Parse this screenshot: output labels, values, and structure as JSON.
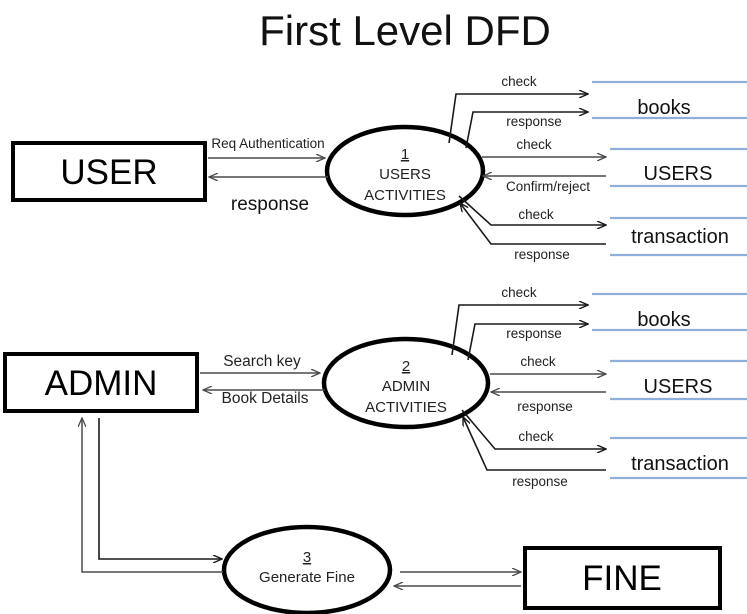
{
  "title": "First Level DFD",
  "diagram": {
    "type": "data-flow-diagram",
    "level": "First Level DFD",
    "external_entities": [
      {
        "id": "user",
        "label": "USER"
      },
      {
        "id": "admin",
        "label": "ADMIN"
      },
      {
        "id": "fine",
        "label": "FINE"
      }
    ],
    "processes": [
      {
        "id": "p1",
        "number": "1",
        "name_line1": "USERS",
        "name_line2": "ACTIVITIES"
      },
      {
        "id": "p2",
        "number": "2",
        "name_line1": "ADMIN",
        "name_line2": "ACTIVITIES"
      },
      {
        "id": "p3",
        "number": "3",
        "name_line1": "Generate Fine",
        "name_line2": ""
      }
    ],
    "data_stores": [
      {
        "id": "ds1",
        "label": "books"
      },
      {
        "id": "ds2",
        "label": "USERS"
      },
      {
        "id": "ds3",
        "label": "transaction"
      },
      {
        "id": "ds4",
        "label": "books"
      },
      {
        "id": "ds5",
        "label": "USERS"
      },
      {
        "id": "ds6",
        "label": "transaction"
      }
    ],
    "flows": [
      {
        "id": "f1",
        "label": "Req Authentication",
        "from": "user",
        "to": "p1"
      },
      {
        "id": "f2",
        "label": "response",
        "from": "p1",
        "to": "user"
      },
      {
        "id": "f3",
        "label": "check",
        "from": "p1",
        "to": "ds1"
      },
      {
        "id": "f4",
        "label": "response",
        "from": "ds1",
        "to": "p1"
      },
      {
        "id": "f5",
        "label": "check",
        "from": "p1",
        "to": "ds2"
      },
      {
        "id": "f6",
        "label": "Confirm/reject",
        "from": "ds2",
        "to": "p1"
      },
      {
        "id": "f7",
        "label": "check",
        "from": "p1",
        "to": "ds3"
      },
      {
        "id": "f8",
        "label": "response",
        "from": "ds3",
        "to": "p1"
      },
      {
        "id": "f9",
        "label": "Search key",
        "from": "admin",
        "to": "p2"
      },
      {
        "id": "f10",
        "label": "Book Details",
        "from": "p2",
        "to": "admin"
      },
      {
        "id": "f11",
        "label": "check",
        "from": "p2",
        "to": "ds4"
      },
      {
        "id": "f12",
        "label": "response",
        "from": "ds4",
        "to": "p2"
      },
      {
        "id": "f13",
        "label": "check",
        "from": "p2",
        "to": "ds5"
      },
      {
        "id": "f14",
        "label": "response",
        "from": "ds5",
        "to": "p2"
      },
      {
        "id": "f15",
        "label": "check",
        "from": "p2",
        "to": "ds6"
      },
      {
        "id": "f16",
        "label": "response",
        "from": "ds6",
        "to": "p2"
      },
      {
        "id": "f17",
        "label": "",
        "from": "p3",
        "to": "admin"
      },
      {
        "id": "f18",
        "label": "",
        "from": "admin",
        "to": "p3"
      },
      {
        "id": "f19",
        "label": "",
        "from": "p3",
        "to": "fine"
      },
      {
        "id": "f20",
        "label": "",
        "from": "fine",
        "to": "p3"
      }
    ],
    "colors": {
      "store_line": "#8FAEDC",
      "stroke": "#000000",
      "flow_stroke": "#4a4a4a",
      "background": "#ffffff"
    }
  }
}
